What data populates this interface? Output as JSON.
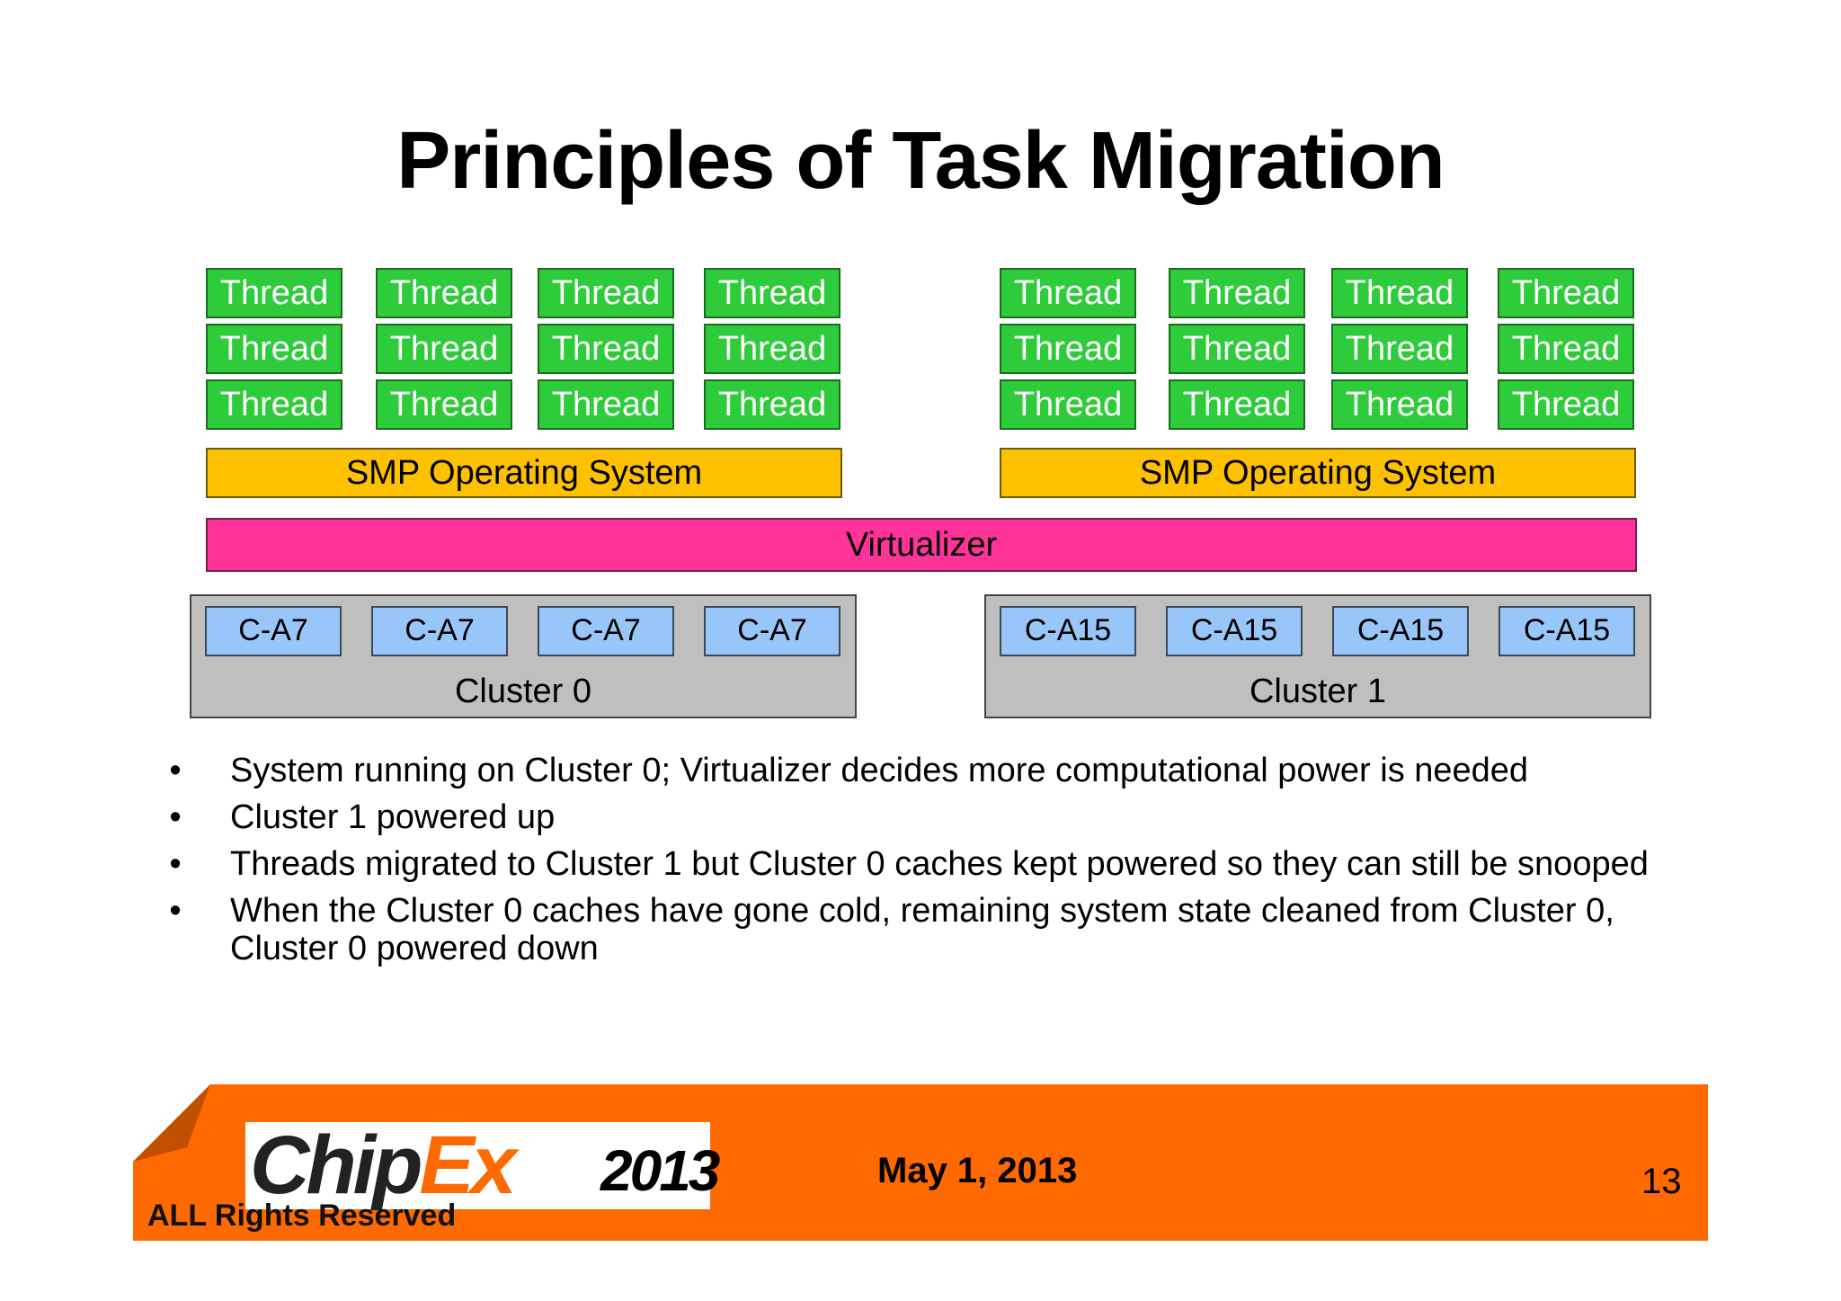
{
  "title": "Principles of Task Migration",
  "diagram": {
    "thread_label": "Thread",
    "left_os": "SMP Operating System",
    "right_os": "SMP Operating System",
    "virtualizer": "Virtualizer",
    "cluster0": {
      "label": "Cluster 0",
      "cores": [
        "C-A7",
        "C-A7",
        "C-A7",
        "C-A7"
      ]
    },
    "cluster1": {
      "label": "Cluster 1",
      "cores": [
        "C-A15",
        "C-A15",
        "C-A15",
        "C-A15"
      ]
    },
    "colors": {
      "thread": "#2ecc3a",
      "os": "#fdc100",
      "virtualizer": "#ff3399",
      "cluster": "#c0bfc0",
      "core": "#99c6f8"
    }
  },
  "bullets": [
    "System running on Cluster 0; Virtualizer decides more computational power is needed",
    "Cluster 1 powered up",
    "Threads migrated to Cluster 1 but Cluster 0 caches kept powered so they can still be snooped",
    "When the Cluster 0 caches have gone cold, remaining system state cleaned from Cluster 0, Cluster 0 powered down"
  ],
  "footer": {
    "logo_text": "ChipEx",
    "logo_year": "2013",
    "rights": "ALL Rights Reserved",
    "date": "May 1, 2013",
    "page_number": "13",
    "bar_color": "#ff6a00"
  }
}
